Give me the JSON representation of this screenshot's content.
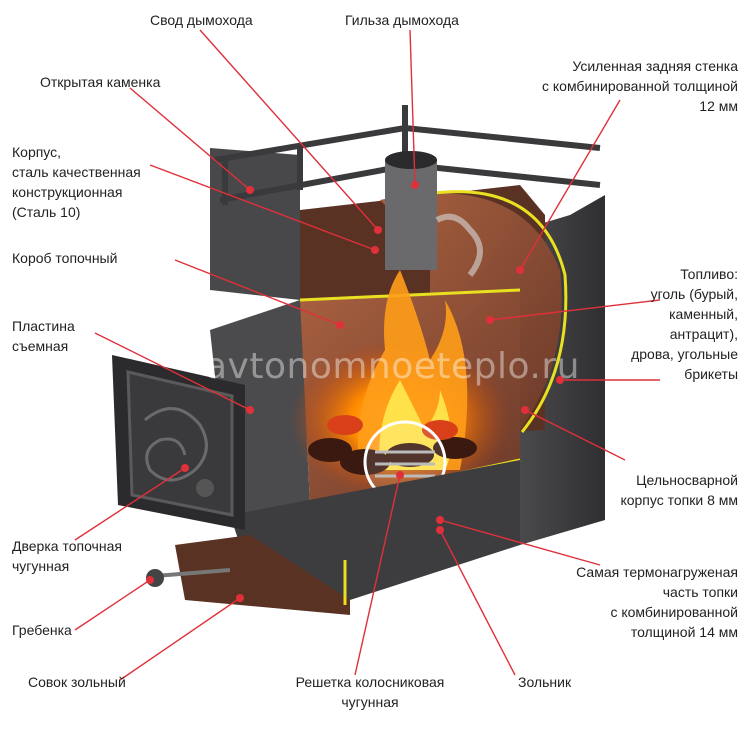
{
  "colors": {
    "leader": "#e0303a",
    "dot": "#e0303a",
    "steel_dark": "#3f3f41",
    "steel_mid": "#5c5c5e",
    "firebox": "#8a4f3a",
    "seam": "#e8e020",
    "fire": "#ff8a00"
  },
  "watermark": "avtonomnoeteplo.ru",
  "labels": {
    "svod": "Свод дымохода",
    "gilza": "Гильза дымохода",
    "usilennaya": "Усиленная задняя стенка\nс комбинированной толщиной\n12 мм",
    "kamenka": "Открытая каменка",
    "korpus": "Корпус,\nсталь качественная\nконструкционная\n(Сталь 10)",
    "korob": "Короб топочный",
    "toplivo": "Топливо:\nуголь (бурый,\nкаменный,\nантрацит),\nдрова, угольные\nбрикеты",
    "plastina": "Пластина\nсъемная",
    "tselnosvarnoy": "Цельносварной\nкорпус топки 8 мм",
    "dverka": "Дверка топочная\nчугунная",
    "samaya": "Самая термонагруженая\nчасть топки\nс комбинированной\nтолщиной 14 мм",
    "grebenka": "Гребенка",
    "sovok": "Совок зольный",
    "reshetka": "Решетка колосниковая\nчугунная",
    "zolnik": "Зольник"
  },
  "icons": [
    "leader-dot",
    "flame",
    "chimney-pipe",
    "cast-iron-door",
    "grate"
  ]
}
